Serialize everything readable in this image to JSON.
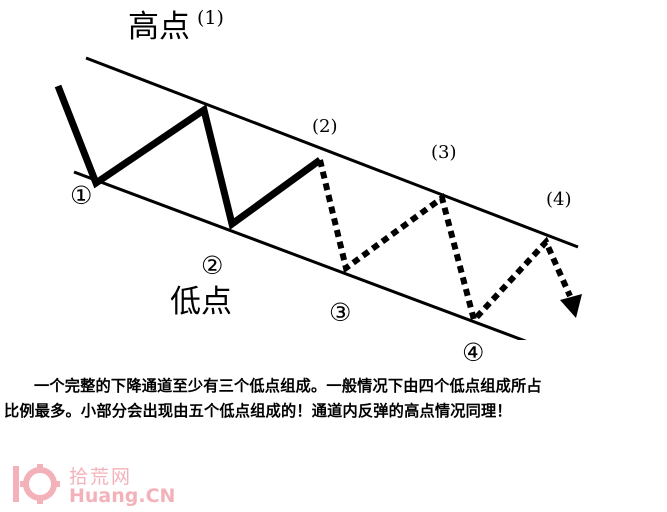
{
  "diagram": {
    "title_high": "高点",
    "title_high_sup": "(1)",
    "title_low": "低点",
    "high_labels": {
      "h2": "(2)",
      "h3": "(3)",
      "h4": "(4)"
    },
    "low_labels": {
      "l1": "①",
      "l2": "②",
      "l3": "③",
      "l4": "④"
    }
  },
  "caption": {
    "line1": "一个完整的下降通道至少有三个低点组成。一般情况下由四个低点组成所占",
    "line2": "比例最多。小部分会出现由五个低点组成的！通道内反弹的高点情况同理！"
  },
  "watermark": {
    "mark": "10",
    "name_cn": "拾荒网",
    "name_en": "Huang.CN",
    "color": "#f3b2b9"
  }
}
